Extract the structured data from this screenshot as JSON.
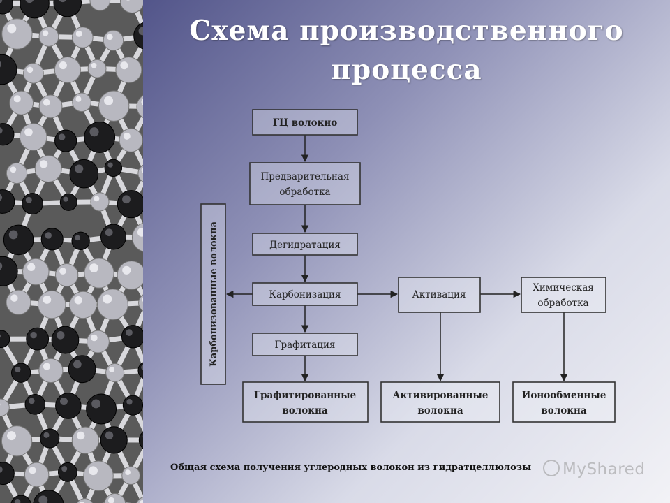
{
  "title": {
    "line1": "Схема производственного",
    "line2": "процесса"
  },
  "diagram": {
    "boxes": {
      "gc_fiber": "ГЦ волокно",
      "pretreatment_l1": "Предварительная",
      "pretreatment_l2": "обработка",
      "dehydration": "Дегидратация",
      "carbonization": "Карбонизация",
      "graphitization": "Графитация",
      "activation": "Активация",
      "chemical_l1": "Химическая",
      "chemical_l2": "обработка",
      "graphitized_l1": "Графитированные",
      "graphitized_l2": "волокна",
      "activated_l1": "Активированные",
      "activated_l2": "волокна",
      "ion_exchange_l1": "Ионообменные",
      "ion_exchange_l2": "волокна"
    },
    "side_label": "Карбонизованные волокна"
  },
  "caption": "Общая схема получения углеродных волокон из гидратцеллюлозы",
  "watermark": "MyShared",
  "colors": {
    "background_dark": "#3a3d78",
    "background_light": "#f2f2f6",
    "title": "#ffffff",
    "stroke": "#333333"
  }
}
